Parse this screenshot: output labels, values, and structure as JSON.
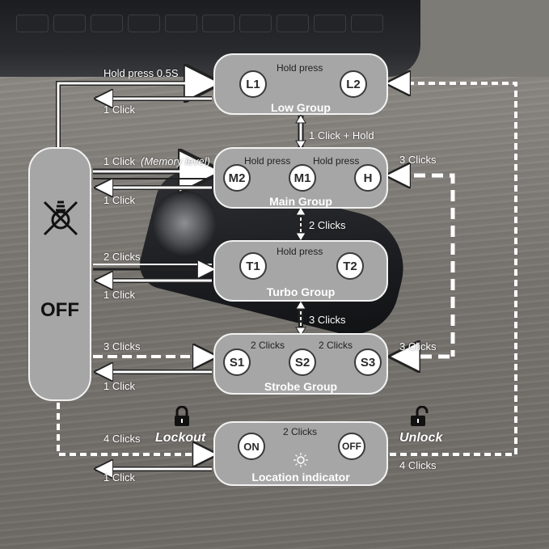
{
  "groups": {
    "low": {
      "title": "Low Group",
      "nodes": [
        "L1",
        "L2"
      ],
      "inner": [
        "Hold press"
      ]
    },
    "main": {
      "title": "Main Group",
      "nodes": [
        "M2",
        "M1",
        "H"
      ],
      "inner": [
        "Hold press",
        "Hold press"
      ]
    },
    "turbo": {
      "title": "Turbo Group",
      "nodes": [
        "T1",
        "T2"
      ],
      "inner": [
        "Hold press"
      ]
    },
    "strobe": {
      "title": "Strobe Group",
      "nodes": [
        "S1",
        "S2",
        "S3"
      ],
      "inner": [
        "2 Clicks",
        "2 Clicks"
      ]
    },
    "location": {
      "title": "Location indicator",
      "nodes": [
        "ON",
        "OFF"
      ],
      "inner": [
        "2 Clicks"
      ]
    }
  },
  "off_label": "OFF",
  "labels": {
    "hold_press_05": "Hold press 0.5S",
    "low_1click": "1 Click",
    "click_hold": "1 Click + Hold",
    "memory_prefix": "1 Click",
    "memory_suffix": "(Memory level)",
    "main_1click": "1 Click",
    "main_2clicks": "2 Clicks",
    "main_3clicks": "3 Clicks",
    "turbo_2clicks": "2 Clicks",
    "turbo_1click": "1 Click",
    "turbo_3clicks": "3 Clicks",
    "strobe_3clicks_left": "3 Clicks",
    "strobe_1click": "1 Click",
    "strobe_3clicks_right": "3 Clicks",
    "lock_4clicks": "4 Clicks",
    "lockout": "Lockout",
    "lock_1click": "1 Click",
    "unlock": "Unlock",
    "unlock_4clicks": "4 Clicks"
  },
  "icons": {
    "off_icon": "crossed-bulb-icon",
    "lockout_icon": "padlock-closed-icon",
    "unlock_icon": "padlock-open-icon",
    "location_icon": "glowing-dot-icon"
  },
  "colors": {
    "box_fill": "#a6a6a6",
    "box_border": "#f2f2f2",
    "arrow": "#ffffff",
    "arrow_outline": "#222222"
  }
}
